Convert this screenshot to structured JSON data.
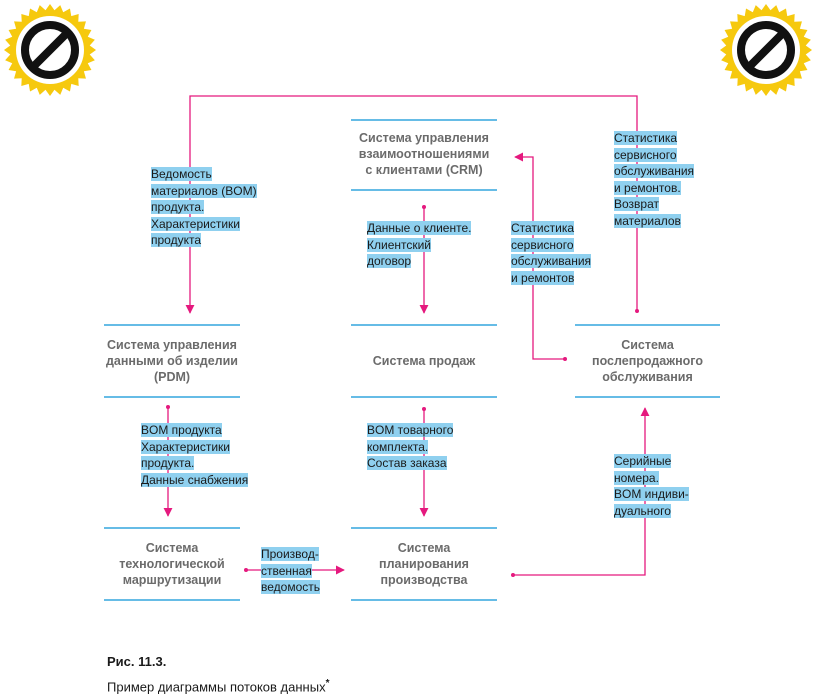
{
  "colors": {
    "box_line": "#33a6dd",
    "arrow": "#e5197e",
    "highlight": "#8fd0ef",
    "badge_ring": "#f6c90e",
    "badge_fill": "#ffffff",
    "badge_mark": "#111111"
  },
  "icons": {
    "left_badge": "no-entry-icon",
    "right_badge": "no-entry-icon"
  },
  "systems": {
    "crm": "Система управления\nвзаимоотношениями\nс клиентами (CRM)",
    "pdm": "Система управления\nданными об изделии\n(PDM)",
    "sales": "Система продаж",
    "after_sales": "Система\nпослепродажного\nобслуживания",
    "routing": "Система\nтехнологической\nмаршрутизации",
    "planning": "Система\nпланирования\nпроизводства"
  },
  "flows": {
    "bom_top": "Ведомость\nматериалов (BOM)\nпродукта.\nХарактеристики\nпродукта",
    "service_top": "Статистика\nсервисного\nобслуживания\nи ремонтов.\nВозврат\nматериалов",
    "customer_data": "Данные о клиенте.\nКлиентский\nдоговор",
    "service_mid": "Статистика\nсервисного\nобслуживания\nи ремонтов",
    "bom_product": "BOM продукта\nХарактеристики\nпродукта.\nДанные снабжения",
    "bom_kit": "BOM  товарного\nкомплекта.\nСостав заказа",
    "serial": "Серийные\nномера.\nBOM индиви-\nдуального",
    "production": "Производ-\nственная\nведомость"
  },
  "caption": {
    "number": "Рис. 11.3.",
    "text": "Пример диаграммы потоков данных",
    "mark": "*"
  }
}
